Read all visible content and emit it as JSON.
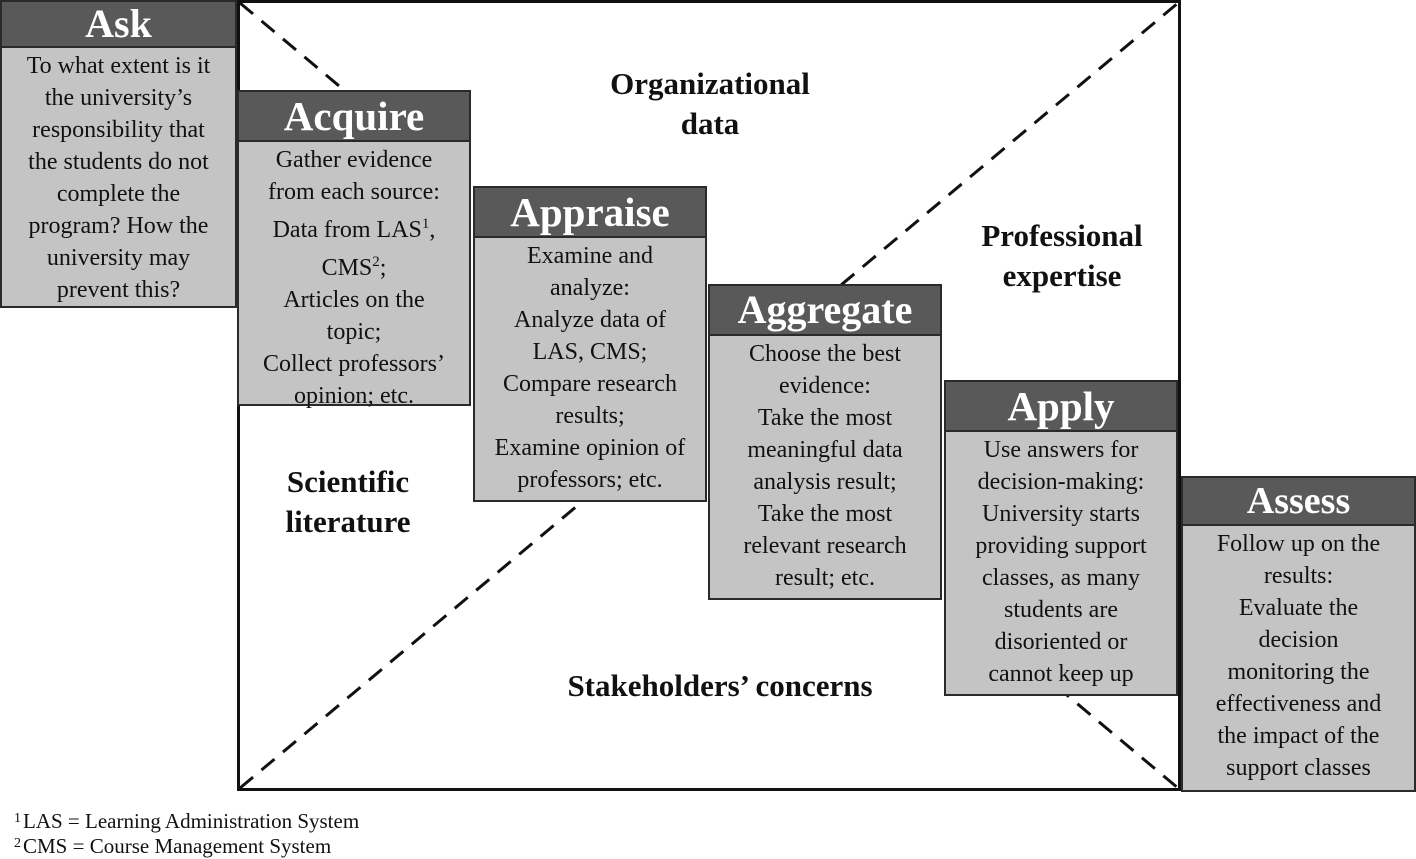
{
  "regions": {
    "top": "Organizational\ndata",
    "right": "Professional\nexpertise",
    "left": "Scientific\nliterature",
    "bottom": "Stakeholders’ concerns"
  },
  "steps": {
    "ask": {
      "title": "Ask",
      "text": "To what extent is it\nthe university’s\nresponsibility that\nthe students do not\ncomplete the\nprogram? How the\nuniversity may\nprevent this?"
    },
    "acquire": {
      "title": "Acquire",
      "line1": "Gather evidence",
      "line2": "from each source:",
      "line3": "Data from LAS",
      "sup1": "1",
      "line3b": ",",
      "line4": "CMS",
      "sup2": "2",
      "line4b": ";",
      "rest": "Articles on the\ntopic;\nCollect professors’\nopinion; etc."
    },
    "appraise": {
      "title": "Appraise",
      "text": "Examine and\nanalyze:\nAnalyze data of\nLAS, CMS;\nCompare research\nresults;\nExamine opinion of\nprofessors; etc."
    },
    "aggregate": {
      "title": "Aggregate",
      "text": "Choose the best\nevidence:\nTake the most\nmeaningful data\nanalysis result;\nTake the most\nrelevant research\nresult; etc."
    },
    "apply": {
      "title": "Apply",
      "text": "Use answers for\ndecision-making:\nUniversity starts\nproviding support\nclasses, as many\nstudents are\ndisoriented or\ncannot keep up"
    },
    "assess": {
      "title": "Assess",
      "text": "Follow up on the\nresults:\nEvaluate the\ndecision\nmonitoring the\neffectiveness and\nthe impact of the\nsupport classes"
    }
  },
  "footnotes": [
    {
      "mark": "1",
      "text": "LAS = Learning Administration System"
    },
    {
      "mark": "2",
      "text": "CMS = Course Management System"
    }
  ]
}
